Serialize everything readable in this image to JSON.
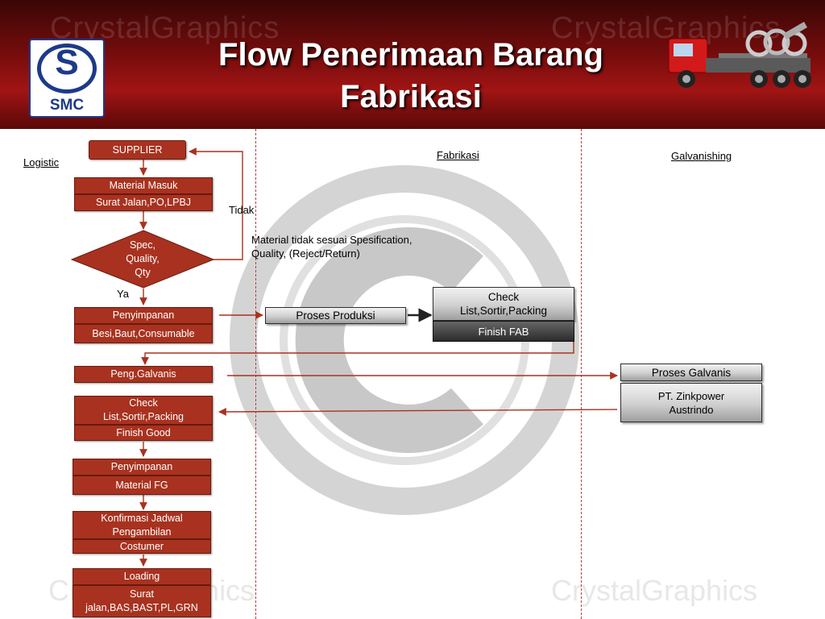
{
  "header": {
    "title_line1": "Flow Penerimaan Barang",
    "title_line2": "Fabrikasi",
    "logo_text": "SMC",
    "watermark": "CrystalGraphics"
  },
  "lanes": {
    "logistic": "Logistic",
    "fabrikasi": "Fabrikasi",
    "galvanishing": "Galvanishing"
  },
  "steps": {
    "supplier": "SUPPLIER",
    "material_masuk": "Material Masuk",
    "surat_jalan": "Surat Jalan,PO,LPBJ",
    "decision_line1": "Spec,",
    "decision_line2": "Quality,",
    "decision_line3": "Qty",
    "tidak": "Tidak",
    "ya": "Ya",
    "reject_line1": "Material tidak sesuai Spesification,",
    "reject_line2": "Quality, (Reject/Return)",
    "penyimpanan1": "Penyimpanan",
    "besi": "Besi,Baut,Consumable",
    "proses_produksi": "Proses Produksi",
    "check_fab": "Check List,Sortir,Packing",
    "finish_fab": "Finish FAB",
    "peng_galvanis": "Peng.Galvanis",
    "proses_galvanis": "Proses Galvanis",
    "zinkpower_line1": "PT. Zinkpower",
    "zinkpower_line2": "Austrindo",
    "check_good_line1": "Check",
    "check_good_line2": "List,Sortir,Packing",
    "finish_good": "Finish Good",
    "penyimpanan2": "Penyimpanan",
    "material_fg": "Material FG",
    "konfirmasi_line1": "Konfirmasi Jadwal",
    "konfirmasi_line2": "Pengambilan",
    "costumer": "Costumer",
    "loading": "Loading",
    "surat2_line1": "Surat",
    "surat2_line2": "jalan,BAS,BAST,PL,GRN"
  },
  "colors": {
    "header_dark": "#3a0606",
    "header_mid": "#a11414",
    "box_red": "#a8321f",
    "arrow": "#a8321f",
    "logo_blue": "#1d3a8a"
  }
}
